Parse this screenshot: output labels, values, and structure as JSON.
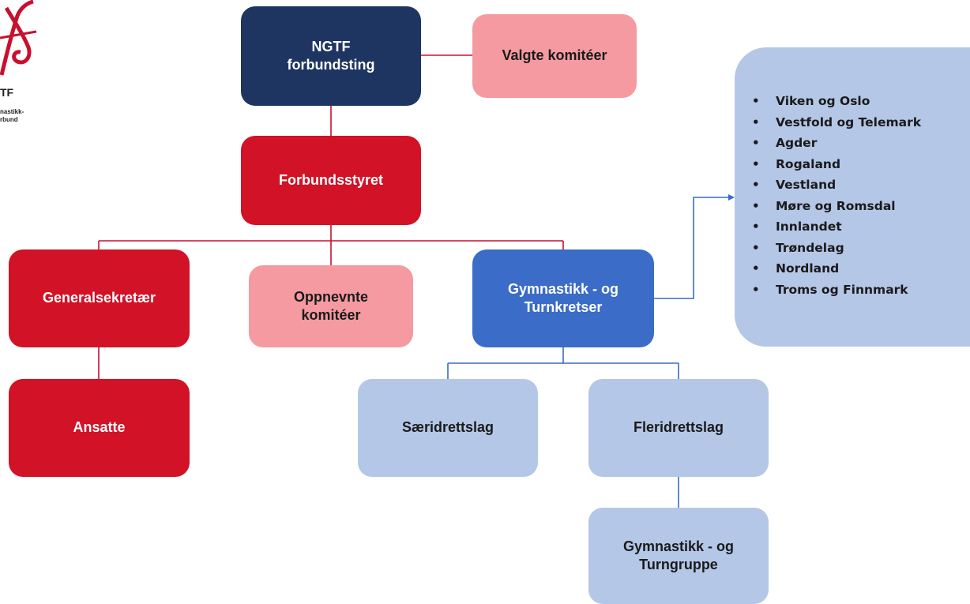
{
  "logo": {
    "abbrev": "TF",
    "line1": "nastikk-",
    "line2": "rbund"
  },
  "nodes": {
    "forbundsting": {
      "line1": "NGTF",
      "line2": "forbundsting"
    },
    "valgte_komiteer": {
      "label": "Valgte komitéer"
    },
    "forbundsstyret": {
      "label": "Forbundsstyret"
    },
    "generalsekretaer": {
      "label": "Generalsekretær"
    },
    "oppnevnte_komiteer": {
      "line1": "Oppnevnte",
      "line2": "komitéer"
    },
    "kretser": {
      "line1": "Gymnastikk - og",
      "line2": "Turnkretser"
    },
    "ansatte": {
      "label": "Ansatte"
    },
    "saeridrettslag": {
      "label": "Særidrettslag"
    },
    "fleridrettslag": {
      "label": "Fleridrettslag"
    },
    "turngruppe": {
      "line1": "Gymnastikk - og",
      "line2": "Turngruppe"
    }
  },
  "regions": [
    "Viken og Oslo",
    "Vestfold og Telemark",
    "Agder",
    "Rogaland",
    "Vestland",
    "Møre og Romsdal",
    "Innlandet",
    "Trøndelag",
    "Nordland",
    "Troms og Finnmark"
  ],
  "colors": {
    "navy": "#1e3562",
    "red": "#d21226",
    "pink": "#f49aa0",
    "blue": "#3a6cc8",
    "light_blue": "#b4c7e7",
    "red_line": "#c8102e",
    "blue_line": "#3a6cc8"
  }
}
